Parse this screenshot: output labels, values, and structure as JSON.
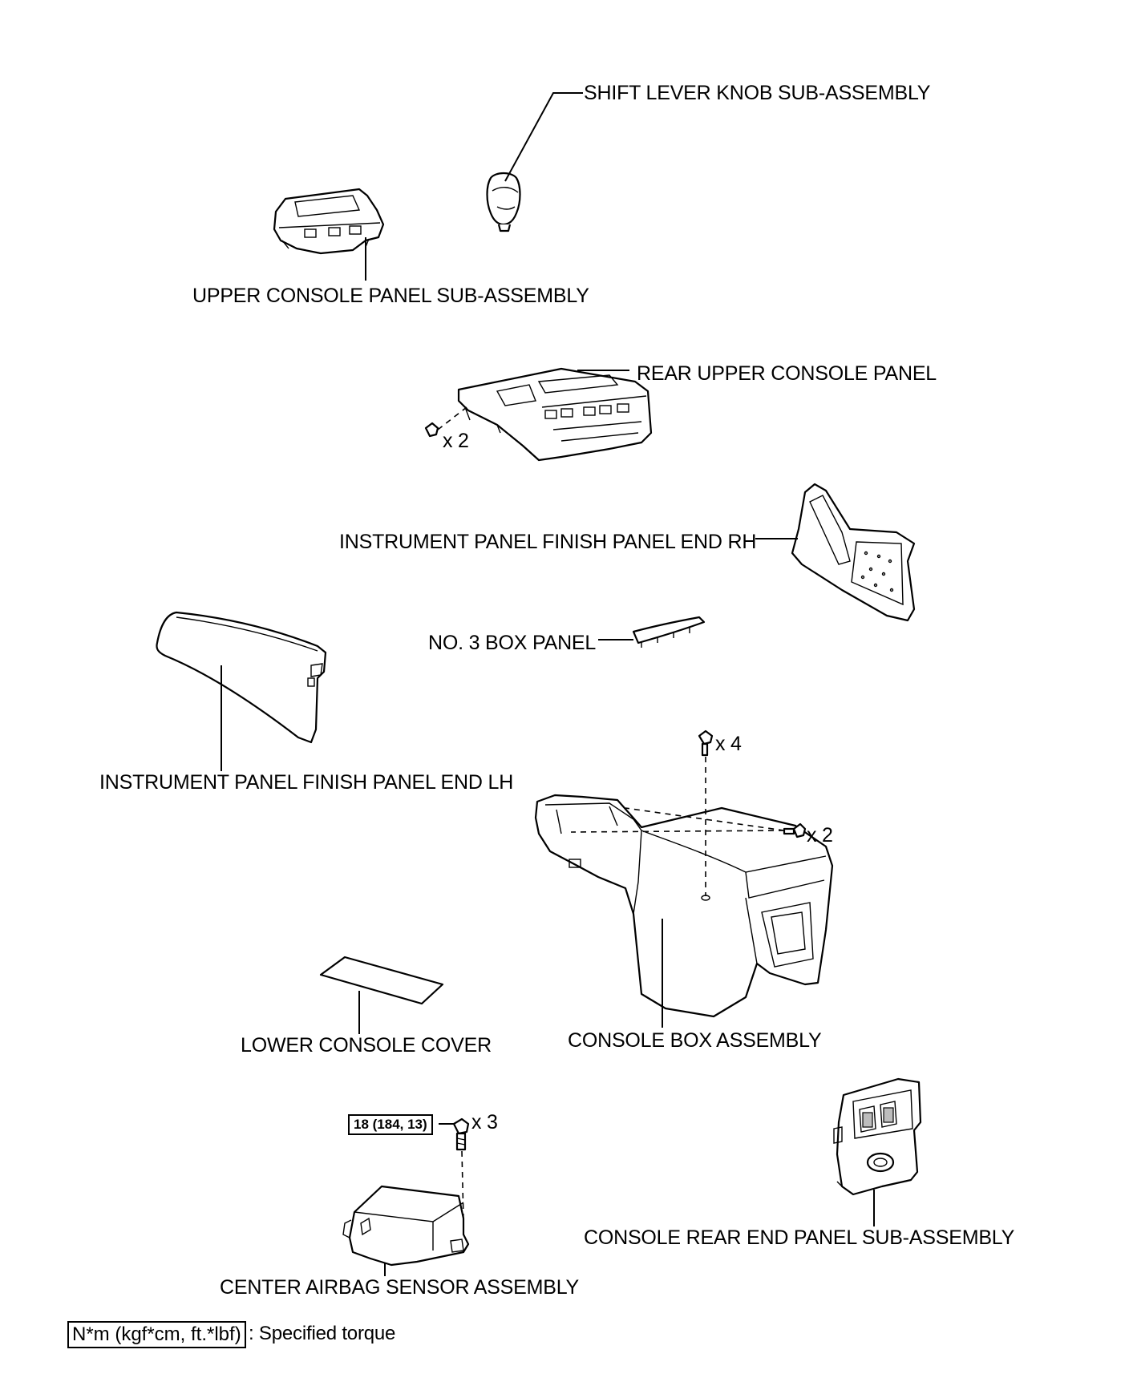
{
  "labels": {
    "shift_knob": "SHIFT LEVER KNOB SUB-ASSEMBLY",
    "upper_console": "UPPER CONSOLE PANEL SUB-ASSEMBLY",
    "rear_upper_console": "REAR UPPER CONSOLE PANEL",
    "finish_end_rh": "INSTRUMENT PANEL FINISH PANEL END RH",
    "no3_box": "NO. 3 BOX PANEL",
    "finish_end_lh": "INSTRUMENT PANEL FINISH PANEL END LH",
    "lower_cover": "LOWER CONSOLE COVER",
    "console_box": "CONSOLE BOX ASSEMBLY",
    "rear_end_panel": "CONSOLE REAR END PANEL SUB-ASSEMBLY",
    "airbag_sensor": "CENTER AIRBAG SENSOR ASSEMBLY"
  },
  "counts": {
    "rear_upper_clips": "x 2",
    "console_box_top_bolts": "x 4",
    "console_box_side_bolts": "x 2",
    "airbag_bolts": "x 3"
  },
  "torque": {
    "airbag_bolt": "18 (184, 13)"
  },
  "legend": {
    "unit_box": "N*m (kgf*cm, ft.*lbf)",
    "description": ": Specified torque"
  }
}
